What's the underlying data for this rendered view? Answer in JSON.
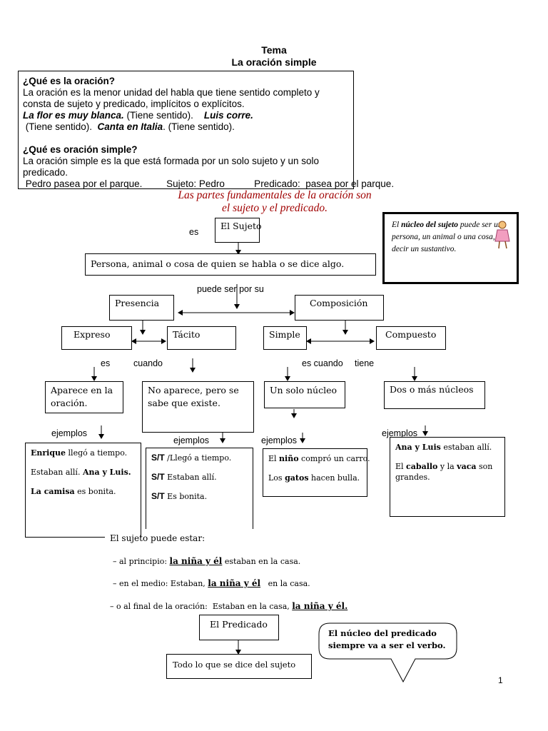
{
  "header": {
    "title": "Tema",
    "subtitle": "La oración simple"
  },
  "intro": {
    "q1": "¿Qué es la oración?",
    "p1": "La oración  es la menor unidad del habla que tiene sentido completo y consta de sujeto y predicado, implícitos o explícitos.",
    "ex1": "La flor es muy blanca.",
    "ex1_note": " (Tiene sentido).    ",
    "ex2": "Luis corre.",
    "ex2_note": " (Tiene sentido).  ",
    "ex3": "Canta en Italia",
    "ex3_note": ". (Tiene sentido).",
    "q2": "¿Qué es oración simple?",
    "p2": "La oración simple es la que está formada por un solo sujeto y un solo predicado.",
    "p3": " Pedro pasea por el parque.         Sujeto: Pedro           Predicado:  pasea por el parque."
  },
  "red_title": {
    "line1": "Las partes fundamentales de la oración son",
    "line2": "el sujeto y el predicado."
  },
  "nucleo_box": {
    "pre": "El ",
    "bold": "núcleo del sujeto",
    "rest": " puede ser una persona, un animal o una cosa, es decir un sustantivo."
  },
  "diagram": {
    "es": "es",
    "sujeto": "El Sujeto",
    "definicion": "Persona, animal o cosa de quien se habla o se dice algo.",
    "puede_ser": "puede ser por su",
    "presencia": "Presencia",
    "composicion": "Composición",
    "expreso": "Expreso",
    "tacito": "Tácito",
    "simple": "Simple",
    "compuesto": "Compuesto",
    "es2": "es",
    "cuando": "cuando",
    "es_cuando": "es cuando",
    "tiene": "tiene",
    "aparece": "Aparece en la oración.",
    "no_aparece": "No aparece, pero se sabe que existe.",
    "un_solo": "Un solo núcleo",
    "dos_o_mas": "Dos o más núcleos",
    "ejemplos": "ejemplos"
  },
  "examples": {
    "expreso": [
      {
        "bold": "Enrique",
        "rest": "  llegó a tiempo."
      },
      {
        "pre": "Estaban allí. ",
        "bold": "Ana y Luis.",
        "rest": ""
      },
      {
        "bold": "La camisa",
        "rest": " es bonita."
      }
    ],
    "tacito": [
      {
        "bold": "S/T",
        "rest": "  /Llegó a tiempo."
      },
      {
        "bold": "S/T",
        "rest": "   Estaban allí."
      },
      {
        "bold": "S/T",
        "rest": "  Es bonita."
      }
    ],
    "simple": [
      {
        "pre": "El ",
        "bold": "niño",
        "rest": " compró un carro."
      },
      {
        "pre": "Los ",
        "bold": "gatos",
        "rest": " hacen bulla."
      }
    ],
    "compuesto": [
      {
        "bold": "Ana y Luis",
        "rest": " estaban allí."
      },
      {
        "pre": "El ",
        "bold": "caballo",
        "mid": " y la ",
        "bold2": "vaca",
        "rest": " son grandes."
      }
    ]
  },
  "position": {
    "title": "El sujeto puede estar:",
    "l1_pre": "– al principio: ",
    "l1_u": "la niña y él",
    "l1_rest": " estaban en la casa.",
    "l2_pre": "– en el medio: Estaban, ",
    "l2_u": "la niña y él",
    "l2_rest": "   en la casa.",
    "l3_pre": "– o al final de la oración:  Estaban en la casa, ",
    "l3_u": "la niña y él."
  },
  "predicado": {
    "box": "El Predicado",
    "def": "Todo lo que se dice del sujeto",
    "bubble": "El núcleo del predicado siempre va a ser el verbo."
  },
  "page_number": "1"
}
